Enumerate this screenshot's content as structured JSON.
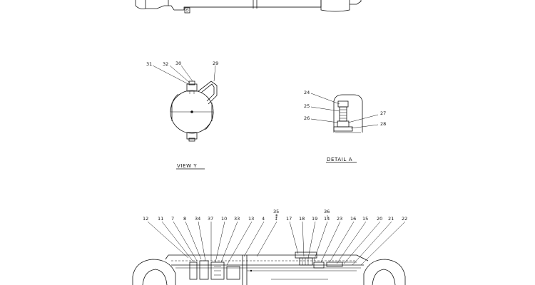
{
  "view_y": {
    "caption": "VIEW   Y",
    "callouts": [
      "31",
      "32",
      "30",
      "29"
    ]
  },
  "detail_a": {
    "caption": "DETAIL   A",
    "callouts": [
      "24",
      "25",
      "26",
      "27",
      "28"
    ]
  },
  "main_section": {
    "callouts": [
      "12",
      "11",
      "7",
      "8",
      "34",
      "37",
      "10",
      "33",
      "13",
      "4",
      "35",
      "1",
      "17",
      "18",
      "19",
      "36",
      "14",
      "23",
      "16",
      "15",
      "20",
      "21",
      "22"
    ],
    "marker": "*"
  }
}
